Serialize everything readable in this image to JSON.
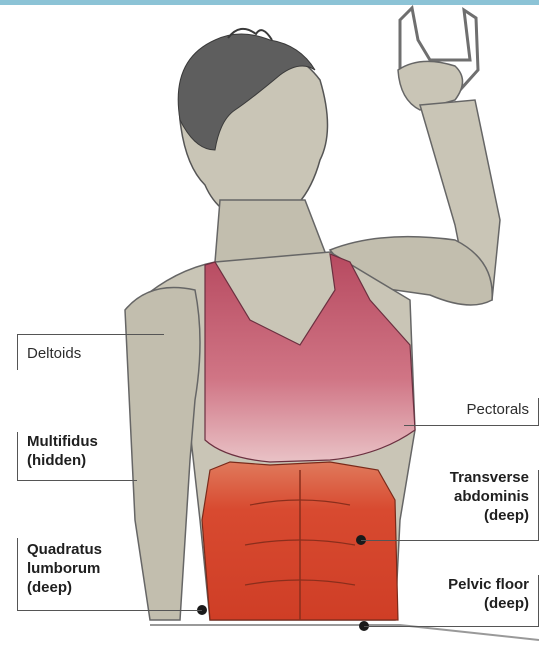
{
  "labels": {
    "deltoids": "Deltoids",
    "pectorals": "Pectorals",
    "multifidus": "Multifidus\n(hidden)",
    "transverse": "Transverse\nabdominis\n(deep)",
    "quadratus": "Quadratus\nlumborum\n(deep)",
    "pelvic": "Pelvic floor\n(deep)"
  },
  "colors": {
    "accent_bar": "#8cc3d6",
    "skin": "#c9c5b6",
    "bra": "#c4566b",
    "abs": "#d6482f"
  }
}
